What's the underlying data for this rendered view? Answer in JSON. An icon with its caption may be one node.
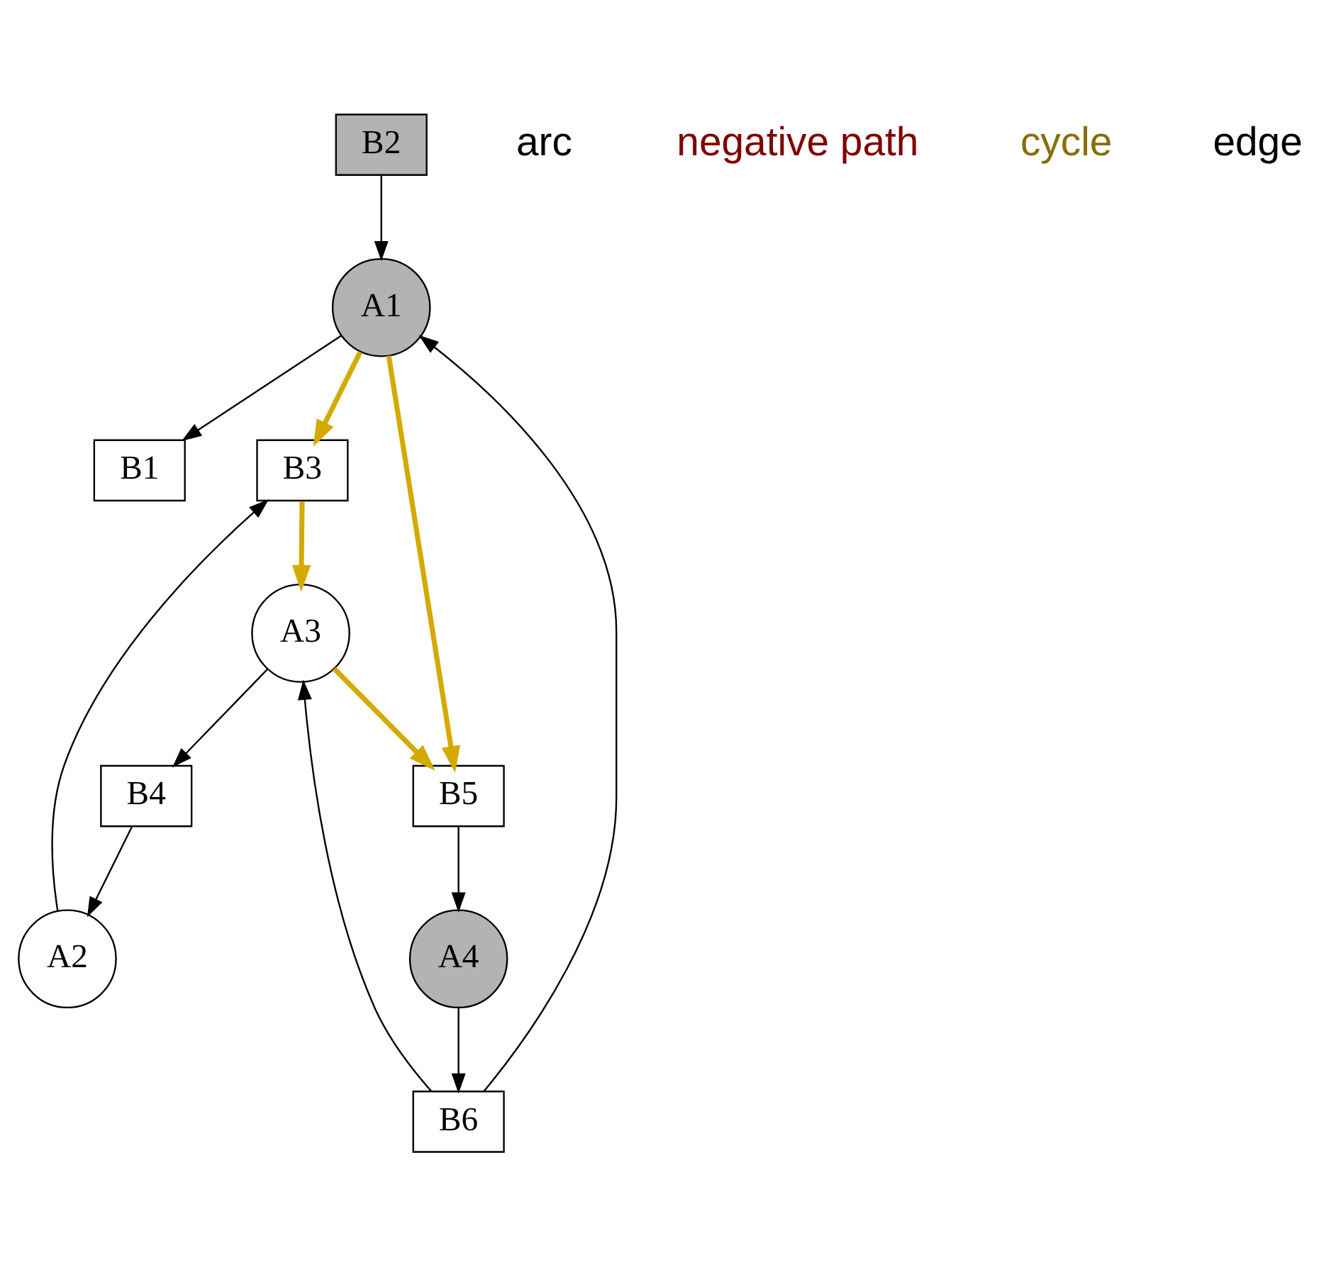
{
  "diagram": {
    "nodes": [
      {
        "text": [
          "A1"
        ]
      },
      {
        "text": [
          "A2"
        ]
      },
      {
        "text": [
          "A3"
        ]
      },
      {
        "text": [
          "A4"
        ]
      },
      {
        "text": [
          "B1"
        ]
      },
      {
        "text": [
          "B2"
        ]
      },
      {
        "text": [
          "B3"
        ]
      },
      {
        "text": [
          "B4"
        ]
      },
      {
        "text": [
          "B5"
        ]
      },
      {
        "text": [
          "B6"
        ]
      }
    ],
    "edges": [
      {
        "from": 0,
        "to": 4,
        "arrow": "to"
      },
      {
        "from": 5,
        "to": 0,
        "arrow": "to"
      },
      {
        "from": 0,
        "to": 6,
        "arrow": "to",
        "style": "thick",
        "color": "#d4aa00"
      },
      {
        "from": 1,
        "to": 6,
        "arrow": "to"
      },
      {
        "from": 0,
        "to": 8,
        "arrow": "to",
        "style": "thick",
        "color": "#d4aa00"
      },
      {
        "from": 6,
        "to": 2,
        "arrow": "to",
        "style": "thick",
        "color": "#d4aa00"
      },
      {
        "from": 2,
        "to": 8,
        "arrow": "to",
        "style": "thick",
        "color": "#d4aa00"
      },
      {
        "from": 8,
        "to": 3,
        "arrow": "to"
      },
      {
        "from": 3,
        "to": 9,
        "arrow": "to"
      },
      {
        "from": 9,
        "to": 0,
        "arrow": "to"
      },
      {
        "from": 9,
        "to": 2,
        "arrow": "to"
      },
      {
        "from": 2,
        "to": 7,
        "arrow": "to"
      },
      {
        "from": 7,
        "to": 1,
        "arrow": "to"
      }
    ],
    "labels": [
      "arc",
      "negative path",
      "cycle",
      "edge"
    ]
  }
}
